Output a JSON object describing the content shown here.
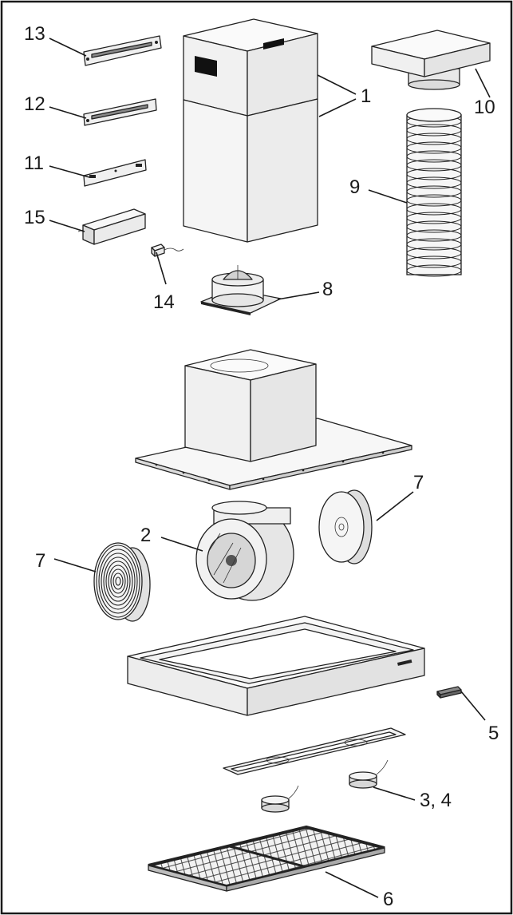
{
  "callouts": {
    "c1": "1",
    "c2": "2",
    "c3_4": "3, 4",
    "c5": "5",
    "c6": "6",
    "c7_left": "7",
    "c7_right": "7",
    "c8": "8",
    "c9": "9",
    "c10": "10",
    "c11": "11",
    "c12": "12",
    "c13": "13",
    "c14": "14",
    "c15": "15"
  },
  "colors": {
    "outline": "#1a1a1a",
    "panel_light": "#f4f4f4",
    "panel_mid": "#e6e6e6",
    "panel_dark": "#cfcfcf",
    "black_detail": "#111111"
  }
}
